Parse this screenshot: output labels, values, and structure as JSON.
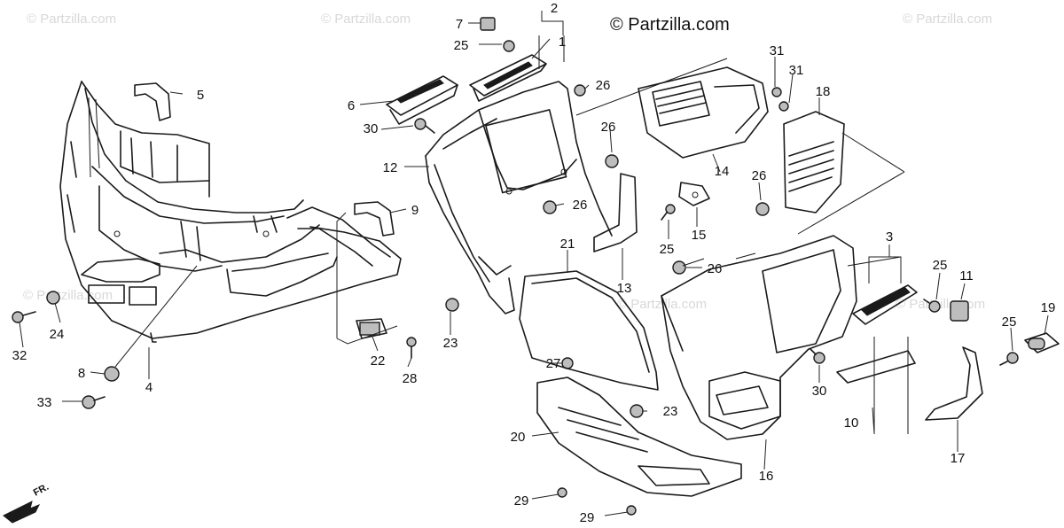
{
  "brand": "© Partzilla.com",
  "watermark": "© Partzilla.com",
  "direction_label": "FR.",
  "callouts": [
    "1",
    "2",
    "3",
    "4",
    "5",
    "6",
    "7",
    "8",
    "9",
    "10",
    "11",
    "12",
    "13",
    "14",
    "15",
    "16",
    "17",
    "18",
    "19",
    "20",
    "21",
    "22",
    "23",
    "23",
    "24",
    "25",
    "25",
    "25",
    "25",
    "26",
    "26",
    "26",
    "26",
    "26",
    "27",
    "28",
    "29",
    "29",
    "30",
    "30",
    "31",
    "31",
    "32",
    "33"
  ]
}
